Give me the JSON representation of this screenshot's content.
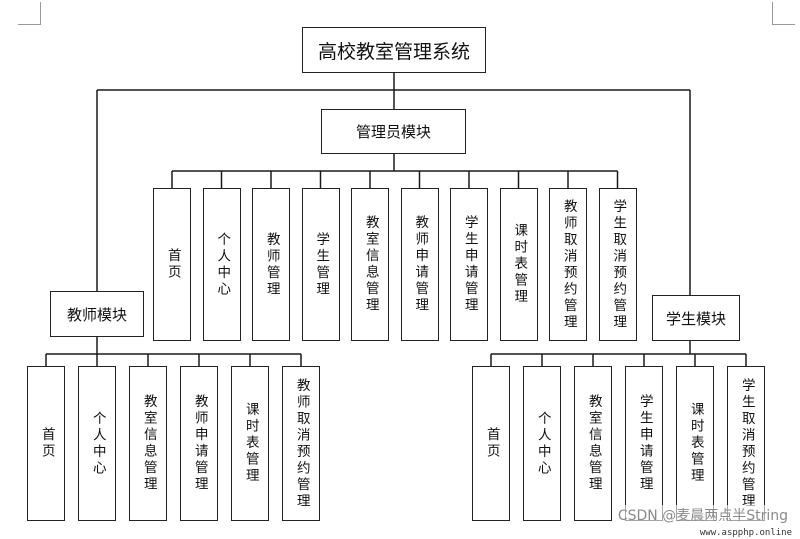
{
  "root": {
    "label": "高校教室管理系统"
  },
  "admin": {
    "label": "管理员模块",
    "children": [
      "首页",
      "个人中心",
      "教师管理",
      "学生管理",
      "教室信息管理",
      "教师申请管理",
      "学生申请管理",
      "课时表管理",
      "教师取消预约管理",
      "学生取消预约管理"
    ]
  },
  "teacher": {
    "label": "教师模块",
    "children": [
      "首页",
      "个人中心",
      "教室信息管理",
      "教师申请管理",
      "课时表管理",
      "教师取消预约管理"
    ]
  },
  "student": {
    "label": "学生模块",
    "children": [
      "首页",
      "个人中心",
      "教室信息管理",
      "学生申请管理",
      "课时表管理",
      "学生取消预约管理"
    ]
  },
  "watermark": {
    "text": "CSDN @麦晨两点半String",
    "site": "www.aspphp.online"
  }
}
